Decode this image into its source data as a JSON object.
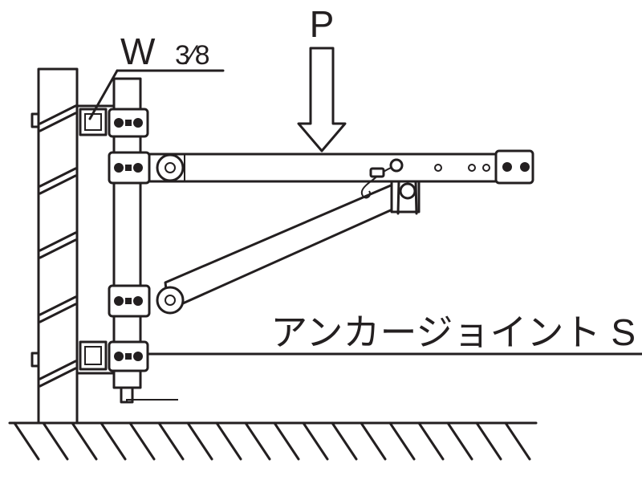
{
  "labels": {
    "load": "P",
    "wire": "W",
    "wire_size": "3⁄8",
    "anchor": "アンカージョイント S"
  },
  "colors": {
    "ink": "#231f20",
    "background": "#ffffff"
  }
}
